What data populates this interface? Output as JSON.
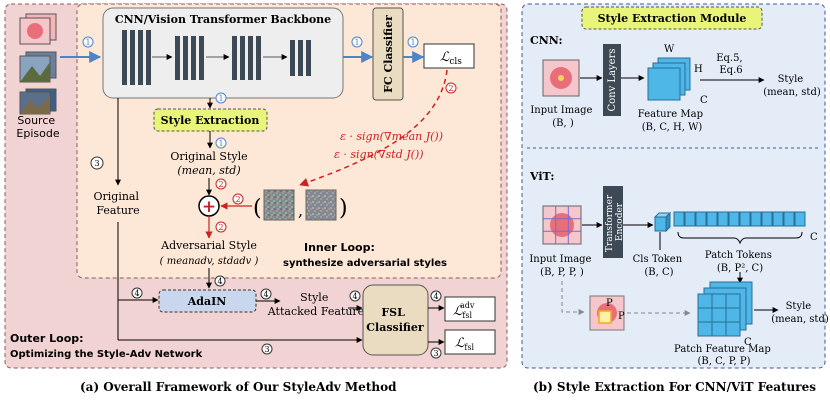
{
  "left": {
    "source_episode": [
      "Source",
      "Episode"
    ],
    "backbone_title": "CNN/Vision Transformer Backbone",
    "fc_classifier": "FC Classifier",
    "loss_cls": "ℒ",
    "loss_cls_sub": "cls",
    "style_extraction": "Style Extraction",
    "original_style": "Original Style",
    "original_style_math": "(mean, std)",
    "grad_mean": "ε · sign(∇mean J())",
    "grad_std": "ε · sign(∇std J())",
    "original_feature": [
      "Original",
      "Feature"
    ],
    "adversarial_style": "Adversarial Style",
    "adversarial_style_math": "( meanadv, stdadv )",
    "inner_loop": [
      "Inner Loop:",
      "synthesize adversarial styles"
    ],
    "adain": "AdaIN",
    "style_attacked": [
      "Style",
      "Attacked Feature"
    ],
    "fsl_classifier": [
      "FSL",
      "Classifier"
    ],
    "loss_fsl_adv": "ℒ",
    "loss_fsl_adv_sub": "fsl",
    "loss_fsl_adv_sup": "adv",
    "loss_fsl": "ℒ",
    "loss_fsl_sub": "fsl",
    "outer_loop": [
      "Outer Loop:",
      "Optimizing the Style-Adv Network"
    ],
    "step_numbers": [
      "1",
      "2",
      "3",
      "4"
    ],
    "caption": "(a) Overall Framework of Our StyleAdv Method"
  },
  "right": {
    "module_title": "Style Extraction Module",
    "cnn_label": "CNN:",
    "cnn_input": [
      "Input Image",
      "(B, )"
    ],
    "conv_layers": "Conv Layers",
    "feature_map": [
      "Feature Map",
      "(B, C, H, W)"
    ],
    "dims_whc": [
      "W",
      "H",
      "C"
    ],
    "eqs": [
      "Eq.5,",
      "Eq.6"
    ],
    "style_out": [
      "Style",
      "(mean, std)"
    ],
    "vit_label": "ViT:",
    "transformer_encoder": [
      "Transformer",
      "Encoder"
    ],
    "vit_input": [
      "Input Image",
      "(B, P, P, )"
    ],
    "cls_token": [
      "Cls Token",
      "(B, C)"
    ],
    "patch_tokens": [
      "Patch Tokens",
      "(B, P², C)"
    ],
    "patch_c": "C",
    "p_labels": [
      "P",
      "P"
    ],
    "patch_feature_map": [
      "Patch Feature Map",
      "(B, C, P, P)"
    ],
    "patch_style_out": [
      "Style",
      "(mean, std)"
    ],
    "caption": "(b) Style Extraction For CNN/ViT Features"
  },
  "colors": {
    "outer_bg": "#f2d3d3",
    "inner_bg": "#fde7d6",
    "right_bg": "#e4ecf7",
    "badge_green": "#e8f57a",
    "blue_line": "#4a86c8",
    "red_dash": "#cc2222",
    "fsl_box": "#e9dcc0",
    "adain_box": "#c8d7ee",
    "layer_dark": "#3d4a55",
    "cube_blue": "#4fb6e8"
  }
}
